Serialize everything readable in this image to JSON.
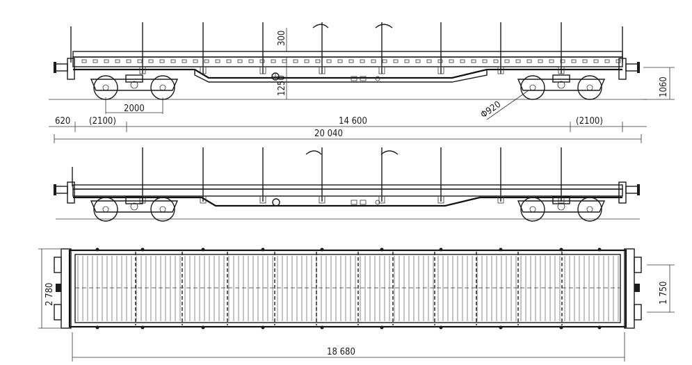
{
  "drawing": {
    "side_view": {
      "stakes_count": 9,
      "dimensions": {
        "stake_height": "300",
        "deck_height": "1250",
        "wheel_diameter": "Φ920",
        "bogie_wheelbase": "2000",
        "buffer_height": "1060",
        "overhang": "620",
        "bogie_offset_left": "(2100)",
        "bogie_offset_right": "(2100)",
        "bogie_centers": "14 600",
        "length_over_buffers": "20 040"
      }
    },
    "top_view": {
      "dimensions": {
        "total_width": "2 780",
        "inner_width": "1 750",
        "deck_length": "18 680"
      }
    },
    "colors": {
      "ink": "#1a1a1a",
      "paper": "#ffffff"
    }
  }
}
